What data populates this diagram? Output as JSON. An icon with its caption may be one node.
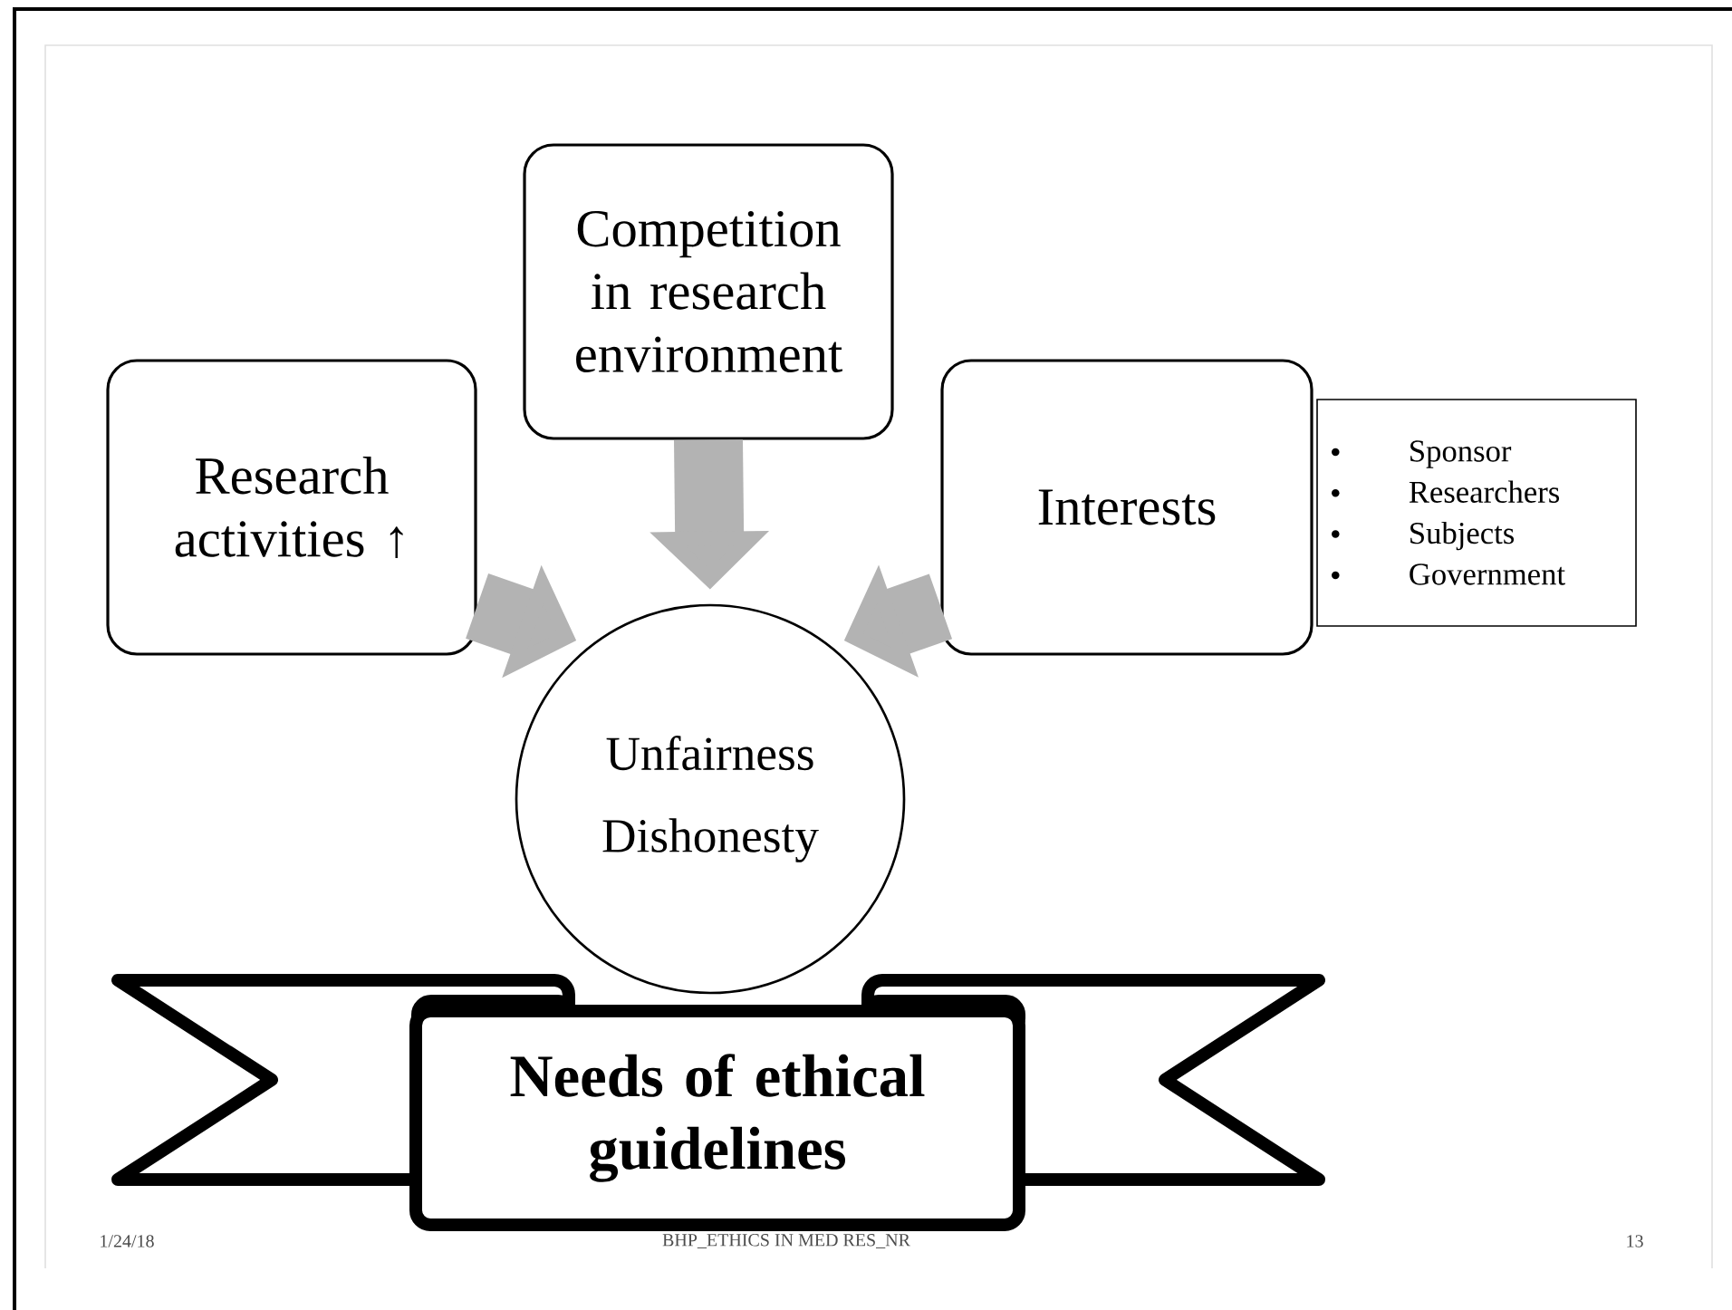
{
  "diagram": {
    "nodes": [
      {
        "text": [
          "Competition in research environment"
        ]
      },
      {
        "text": [
          "Research activities ↑"
        ]
      },
      {
        "text": [
          "Interests"
        ]
      },
      {
        "text": [
          "Sponsor",
          "Researchers",
          "Subjects",
          "Government"
        ]
      },
      {
        "text": [
          "Unfairness",
          "Dishonesty"
        ]
      },
      {
        "text": [
          "Needs of ethical guidelines"
        ]
      }
    ],
    "edges": [
      {
        "from": 1,
        "to": 4,
        "arrow": "to"
      },
      {
        "from": 0,
        "to": 4,
        "arrow": "to"
      },
      {
        "from": 2,
        "to": 4,
        "arrow": "to"
      }
    ],
    "labels": [
      "1/24/18",
      "BHP_ETHICS IN MED RES_NR",
      "13"
    ]
  }
}
